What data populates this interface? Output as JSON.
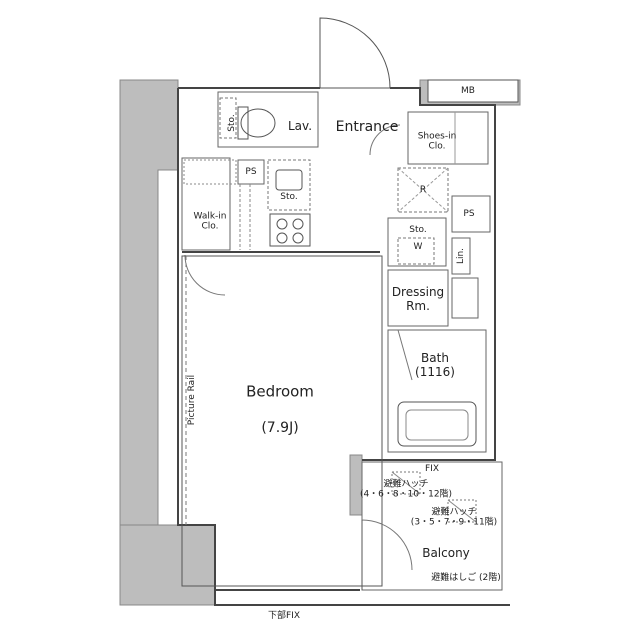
{
  "plan": {
    "rooms": {
      "entrance": "Entrance",
      "lav": "Lav.",
      "shoes_in_clo": [
        "Shoes-in",
        "Clo."
      ],
      "mb": "MB",
      "ps_top": "PS",
      "ps_right": "PS",
      "sto_lav": "Sto.",
      "sto_kitchen": "Sto.",
      "sto_dressing": "Sto.",
      "walk_in_clo": [
        "Walk-in",
        "Clo."
      ],
      "refrigerator": "R",
      "washer": "W",
      "linen": "Lin.",
      "dressing_rm": [
        "Dressing",
        "Rm."
      ],
      "bath": [
        "Bath",
        "(1116)"
      ],
      "bedroom": "Bedroom",
      "bedroom_size": "(7.9J)",
      "picture_rail": "Picture Rail",
      "fix": "FIX",
      "hatch_a": [
        "避難ハッチ",
        "(4・6・8・10・12階)"
      ],
      "hatch_b": [
        "避難ハッチ",
        "(3・5・7・9・11階)"
      ],
      "balcony": "Balcony",
      "ladder": "避難はしご (2階)",
      "lower_fix": "下部FIX"
    }
  }
}
